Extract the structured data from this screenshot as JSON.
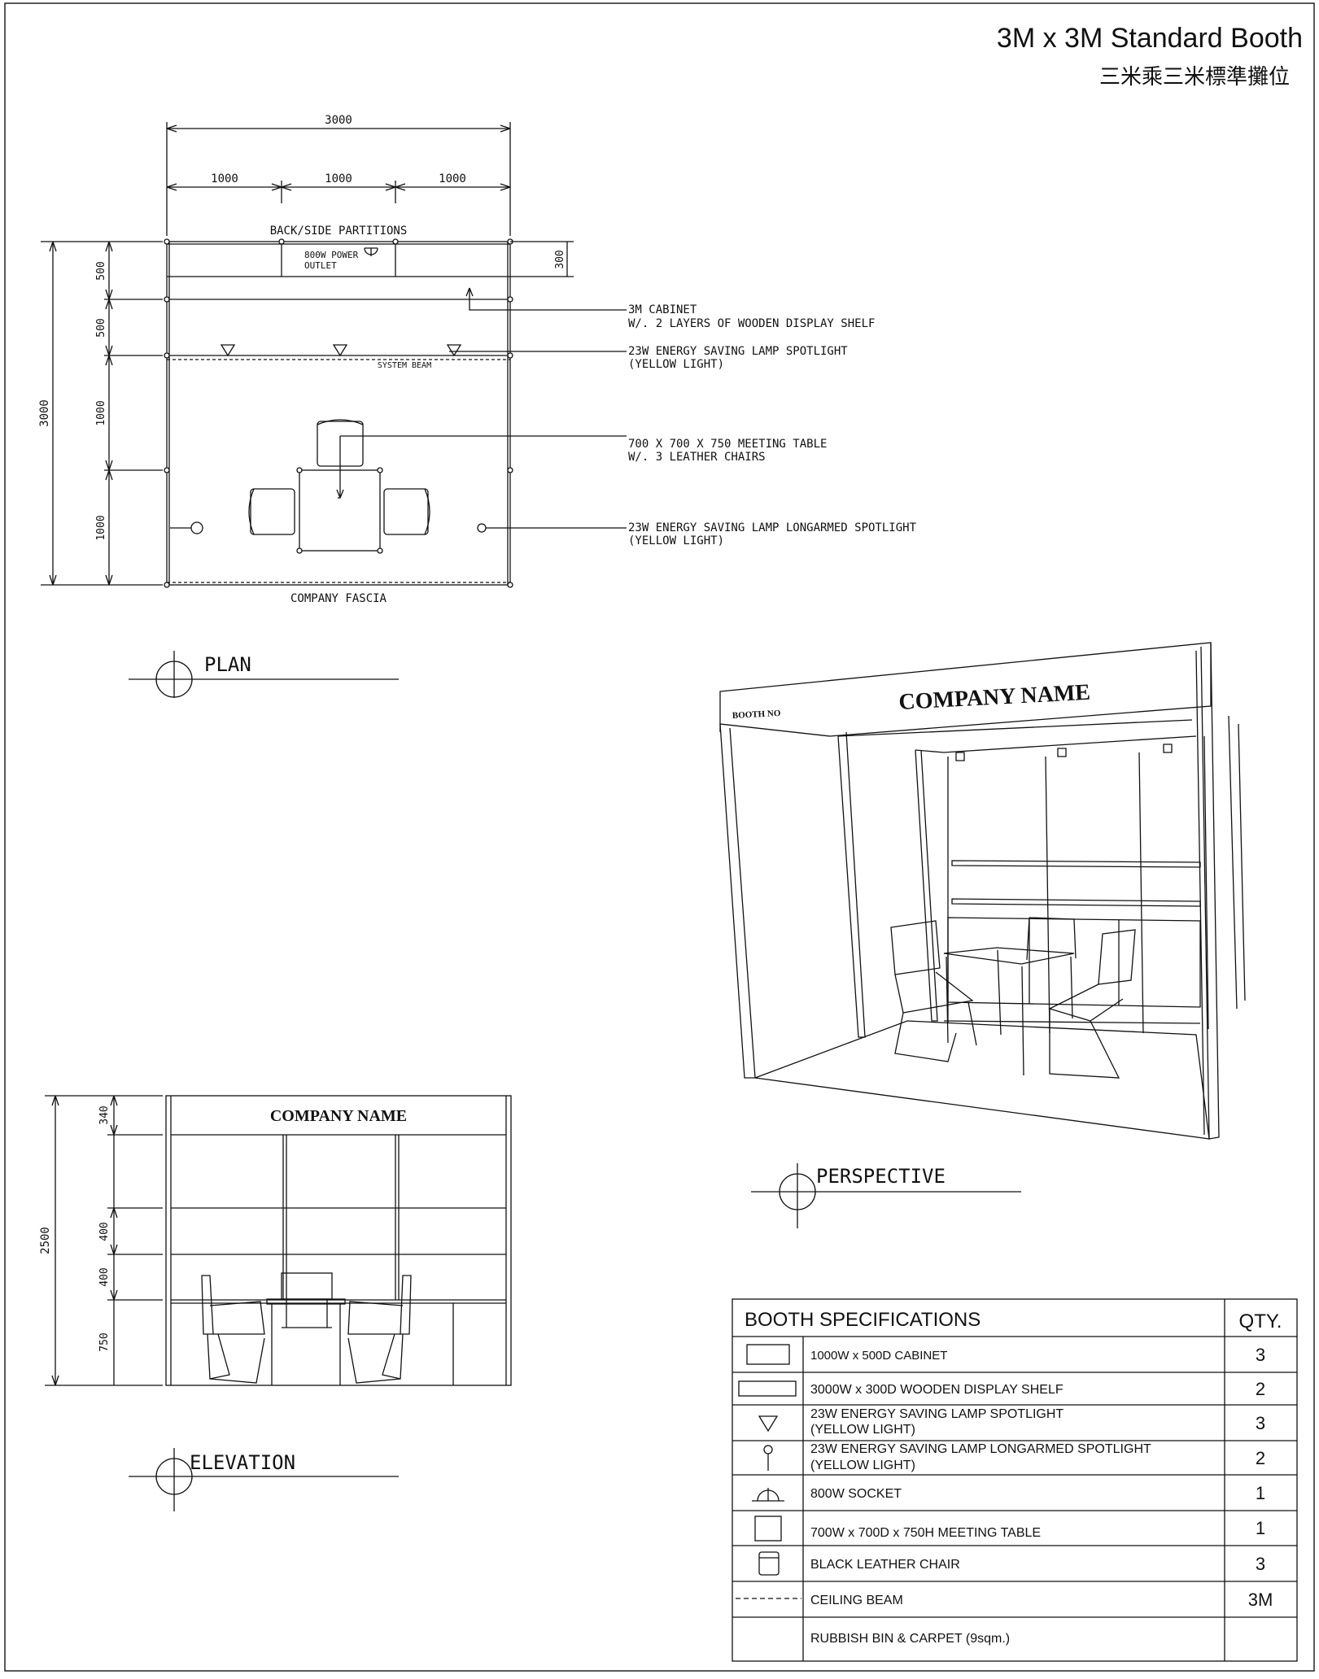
{
  "title": {
    "main": "3M x 3M Standard Booth",
    "chinese": "三米乘三米標準攤位"
  },
  "plan": {
    "dims": {
      "overall_width": "3000",
      "seg1": "1000",
      "seg2": "1000",
      "seg3": "1000",
      "right_300": "300",
      "overall_depth": "3000",
      "d1": "500",
      "d2": "500",
      "d3": "1000",
      "d4": "1000"
    },
    "labels": {
      "partitions": "BACK/SIDE PARTITIONS",
      "power_outlet_1": "800W POWER",
      "power_outlet_2": "OUTLET",
      "system_beam": "SYSTEM BEAM",
      "fascia": "COMPANY FASCIA"
    },
    "callouts": {
      "cabinet_1": "3M CABINET",
      "cabinet_2": "W/. 2 LAYERS OF WOODEN DISPLAY SHELF",
      "spot_1": "23W ENERGY SAVING LAMP SPOTLIGHT",
      "spot_2": "(YELLOW LIGHT)",
      "table_1": "700 X 700 X 750 MEETING TABLE",
      "table_2": "W/. 3 LEATHER CHAIRS",
      "long_1": "23W ENERGY SAVING LAMP LONGARMED SPOTLIGHT",
      "long_2": "(YELLOW LIGHT)"
    },
    "view_label": "PLAN"
  },
  "perspective": {
    "company_name": "COMPANY NAME",
    "booth_no": "BOOTH NO",
    "view_label": "PERSPECTIVE"
  },
  "elevation": {
    "company_name": "COMPANY NAME",
    "dims": {
      "overall_height": "2500",
      "h1": "340",
      "h2": "400",
      "h3": "400",
      "h4": "750"
    },
    "view_label": "ELEVATION"
  },
  "specs": {
    "header": "BOOTH SPECIFICATIONS",
    "qty_header": "QTY.",
    "rows": [
      {
        "icon": "cabinet-icon",
        "desc": "1000W x 500D CABINET",
        "qty": "3"
      },
      {
        "icon": "shelf-icon",
        "desc": "3000W x 300D WOODEN DISPLAY SHELF",
        "qty": "2"
      },
      {
        "icon": "spotlight-triangle-icon",
        "desc": "23W ENERGY SAVING LAMP SPOTLIGHT",
        "desc2": "(YELLOW LIGHT)",
        "qty": "3"
      },
      {
        "icon": "longarm-spotlight-icon",
        "desc": "23W ENERGY SAVING LAMP LONGARMED SPOTLIGHT",
        "desc2": "(YELLOW LIGHT)",
        "qty": "2"
      },
      {
        "icon": "socket-icon",
        "desc": "800W SOCKET",
        "qty": "1"
      },
      {
        "icon": "table-square-icon",
        "desc": "700W x 700D x 750H MEETING TABLE",
        "qty": "1"
      },
      {
        "icon": "chair-icon",
        "desc": "BLACK LEATHER CHAIR",
        "qty": "3"
      },
      {
        "icon": "dashed-line-icon",
        "desc": "CEILING BEAM",
        "qty": "3M"
      },
      {
        "icon": "",
        "desc": "RUBBISH BIN & CARPET (9sqm.)",
        "qty": ""
      }
    ]
  }
}
